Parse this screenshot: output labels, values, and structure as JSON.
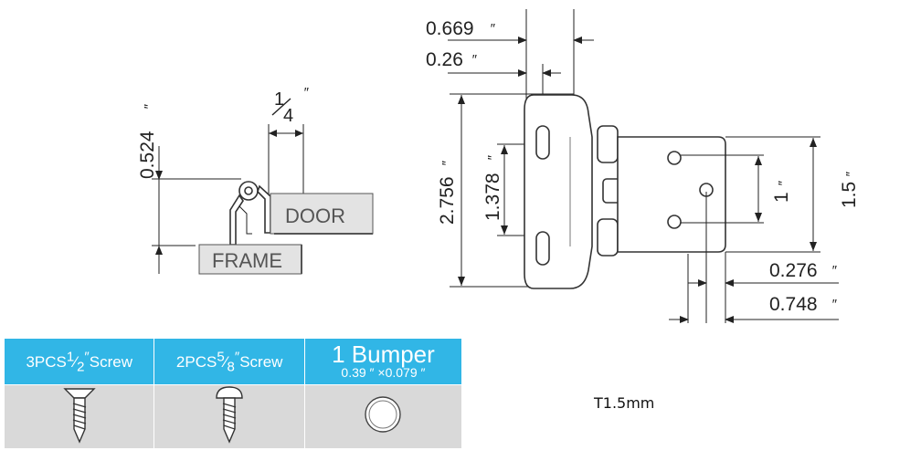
{
  "side_view": {
    "height_label": "0.524",
    "width_fraction_numerator": "1",
    "width_fraction_denominator": "4",
    "inch_mark": "″",
    "door_label": "DOOR",
    "frame_label": "FRAME"
  },
  "hinge_view": {
    "top_offset": "0.669",
    "slot_offset": "0.26",
    "overall_height": "2.756",
    "slot_spacing": "1.378",
    "hole_spacing": "1",
    "plate_height": "1.5",
    "hole_offset": "0.276",
    "plate_offset": "0.748",
    "inch_mark": "″"
  },
  "parts_table": {
    "columns": [
      {
        "qty": "3PCS",
        "num": "1",
        "den": "2",
        "inch": "″",
        "name": "Screw",
        "icon": "flat-head-screw-icon"
      },
      {
        "qty": "2PCS",
        "num": "5",
        "den": "8",
        "inch": "″",
        "name": "Screw",
        "icon": "pan-head-screw-icon"
      },
      {
        "title": "1 Bumper",
        "spec": "0.39 ″ ×0.079 ″",
        "icon": "bumper-icon"
      }
    ],
    "header_color": "#31b6e6",
    "image_row_color": "#d9d9d9"
  },
  "thickness_note": "T1.5mm"
}
